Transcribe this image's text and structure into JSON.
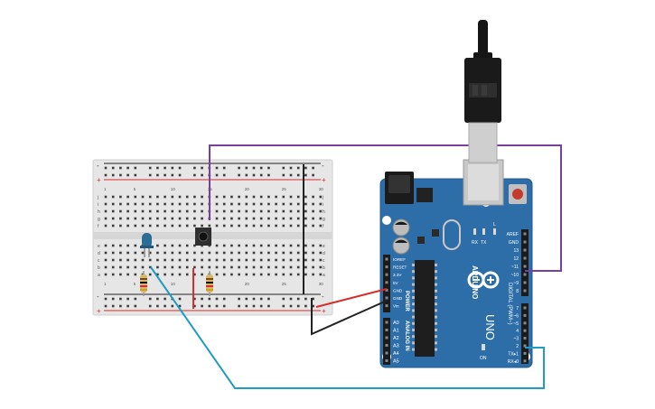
{
  "breadboard": {
    "rail_top_plus": "+",
    "rail_top_minus": "-",
    "rail_bottom_plus": "+",
    "rail_bottom_minus": "-",
    "row_letters_top": [
      "j",
      "i",
      "h",
      "g",
      "f"
    ],
    "row_letters_bottom": [
      "e",
      "d",
      "c",
      "b",
      "a"
    ],
    "column_numbers": [
      "1",
      "5",
      "10",
      "15",
      "20",
      "25",
      "30"
    ]
  },
  "arduino": {
    "brand": "ARDUINO",
    "model": "UNO",
    "on_label": "ON",
    "tx_label": "TX",
    "rx_label": "RX",
    "l_label": "L",
    "power_header_title": "POWER",
    "analog_header_title": "ANALOG IN",
    "digital_header_title": "DIGITAL (PWM~)",
    "power_pins": [
      "IOREF",
      "RESET",
      "3.3V",
      "5V",
      "GND",
      "GND",
      "Vin"
    ],
    "analog_pins": [
      "A0",
      "A1",
      "A2",
      "A3",
      "A4",
      "A5"
    ],
    "digital_pins_top": [
      "AREF",
      "GND",
      "13",
      "12",
      "~11",
      "~10",
      "~9",
      "8"
    ],
    "digital_pins_bottom": [
      "7",
      "~6",
      "~5",
      "4",
      "~3",
      "2",
      "TX▸1",
      "RX◂0"
    ]
  },
  "colors": {
    "board_blue": "#2d6ea8",
    "wire_purple": "#7a3e9d",
    "wire_cyan": "#1f9bc4",
    "wire_red": "#d32f2f",
    "wire_black": "#222222",
    "led_blue": "#2a6e94"
  }
}
